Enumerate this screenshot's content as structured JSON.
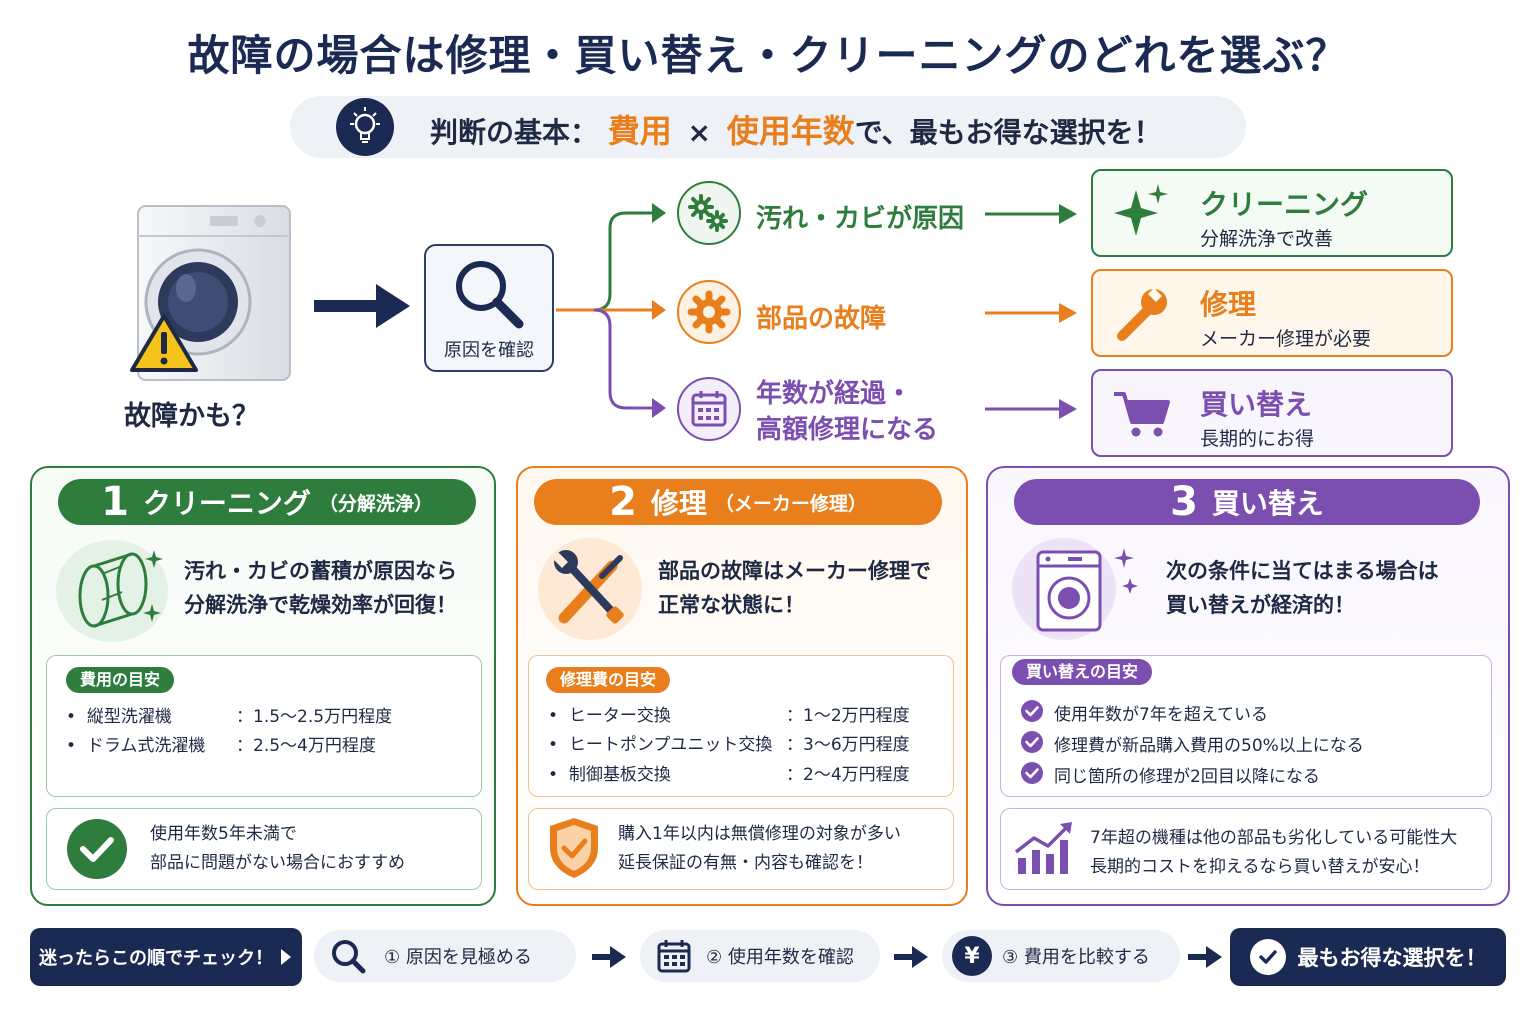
{
  "title": "故障の場合は修理・買い替え・クリーニングのどれを選ぶ？",
  "basis": {
    "prefix": "判断の基本：",
    "term1": "費用",
    "times": "×",
    "term2": "使用年数",
    "suffix": "で、最もお得な選択を！"
  },
  "start_label": "故障かも？",
  "center_label": "原因を確認",
  "causes": [
    {
      "text": "汚れ・カビが原因",
      "color": "#2e7d3c"
    },
    {
      "text": "部品の故障",
      "color": "#e87e1c"
    },
    {
      "line1": "年数が経過・",
      "line2": "高額修理になる",
      "color": "#7b4fb0"
    }
  ],
  "results": [
    {
      "title": "クリーニング",
      "sub": "分解洗浄で改善",
      "color": "#2e7d3c"
    },
    {
      "title": "修理",
      "sub": "メーカー修理が必要",
      "color": "#e87e1c"
    },
    {
      "title": "買い替え",
      "sub": "長期的にお得",
      "color": "#7b4fb0"
    }
  ],
  "panels": {
    "cleaning": {
      "num": "1",
      "label": "クリーニング",
      "sub": "（分解洗浄）",
      "desc1": "汚れ・カビの蓄積が原因なら",
      "desc2": "分解洗浄で乾燥効率が回復！",
      "tag": "費用の目安",
      "items": [
        {
          "name": "縦型洗濯機",
          "value": "：1.5～2.5万円程度"
        },
        {
          "name": "ドラム式洗濯機",
          "value": "：2.5～4万円程度"
        }
      ],
      "note1": "使用年数5年未満で",
      "note2": "部品に問題がない場合におすすめ"
    },
    "repair": {
      "num": "2",
      "label": "修理",
      "sub": "（メーカー修理）",
      "desc1": "部品の故障はメーカー修理で",
      "desc2": "正常な状態に！",
      "tag": "修理費の目安",
      "items": [
        {
          "name": "ヒーター交換",
          "value": "：1～2万円程度"
        },
        {
          "name": "ヒートポンプユニット交換",
          "value": "：3～6万円程度"
        },
        {
          "name": "制御基板交換",
          "value": "：2～4万円程度"
        }
      ],
      "note1": "購入1年以内は無償修理の対象が多い",
      "note2": "延長保証の有無・内容も確認を！"
    },
    "replace": {
      "num": "3",
      "label": "買い替え",
      "desc1": "次の条件に当てはまる場合は",
      "desc2": "買い替えが経済的！",
      "tag": "買い替えの目安",
      "items": [
        "使用年数が7年を超えている",
        "修理費が新品購入費用の50%以上になる",
        "同じ箇所の修理が2回目以降になる"
      ],
      "note1": "7年超の機種は他の部品も劣化している可能性大",
      "note2": "長期的コストを抑えるなら買い替えが安心！"
    }
  },
  "footer": {
    "lead": "迷ったらこの順でチェック！",
    "step1": "① 原因を見極める",
    "step2": "② 使用年数を確認",
    "step3": "③ 費用を比較する",
    "final": "最もお得な選択を！",
    "yen": "¥"
  },
  "colors": {
    "navy": "#1b2a52",
    "green": "#2e7d3c",
    "orange": "#e87e1c",
    "purple": "#7b4fb0"
  }
}
